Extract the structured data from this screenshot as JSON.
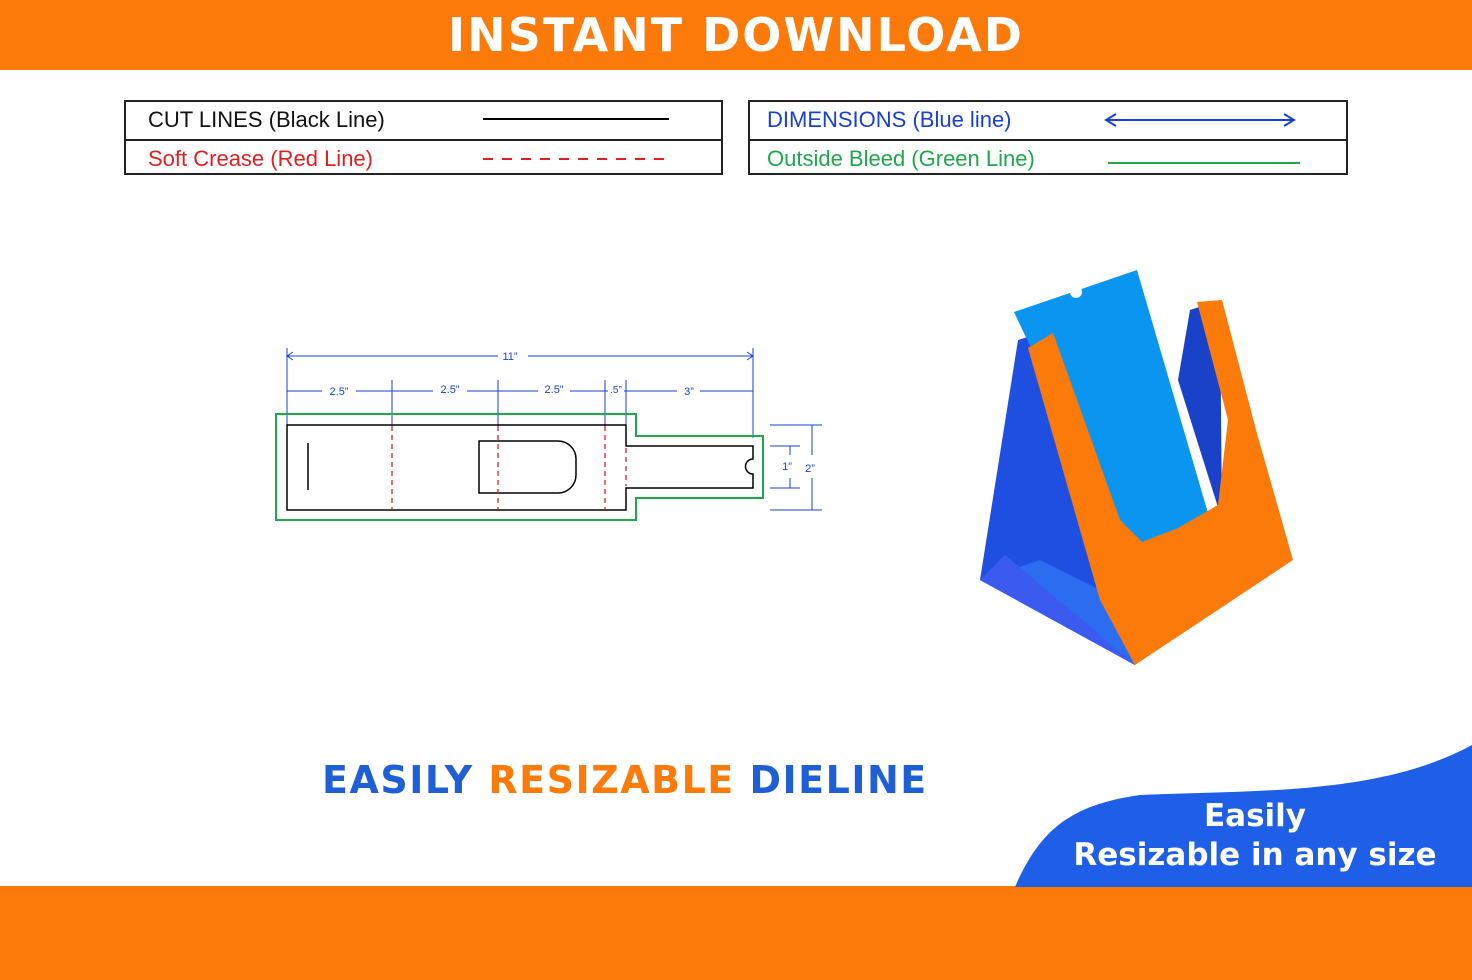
{
  "header": {
    "title": "INSTANT DOWNLOAD"
  },
  "legend_left": {
    "cut_lines": "CUT LINES (Black Line)",
    "soft_crease": "Soft Crease (Red Line)"
  },
  "legend_right": {
    "dimensions": "DIMENSIONS (Blue line)",
    "outside_bleed": "Outside Bleed (Green Line)"
  },
  "dieline": {
    "overall_width": "11”",
    "panels": [
      "2.5”",
      "2.5”",
      "2.5”",
      ".5”",
      "3”"
    ],
    "tab_height": "1”",
    "total_height": "2”"
  },
  "tagline": {
    "word1": "EASILY",
    "word2": "RESIZABLE",
    "word3": "DIELINE"
  },
  "badge": {
    "line1": "Easily",
    "line2": "Resizable in any size"
  },
  "colors": {
    "orange": "#fb7a0a",
    "blue": "#1f4fe0",
    "sky_blue": "#0a96f0",
    "cut": "#000000",
    "crease": "#e02020",
    "dimension": "#1a3fd6",
    "bleed": "#1ea84a"
  },
  "icons": [
    "double-arrow-icon",
    "dieline-drawing",
    "box-mockup-illustration"
  ]
}
